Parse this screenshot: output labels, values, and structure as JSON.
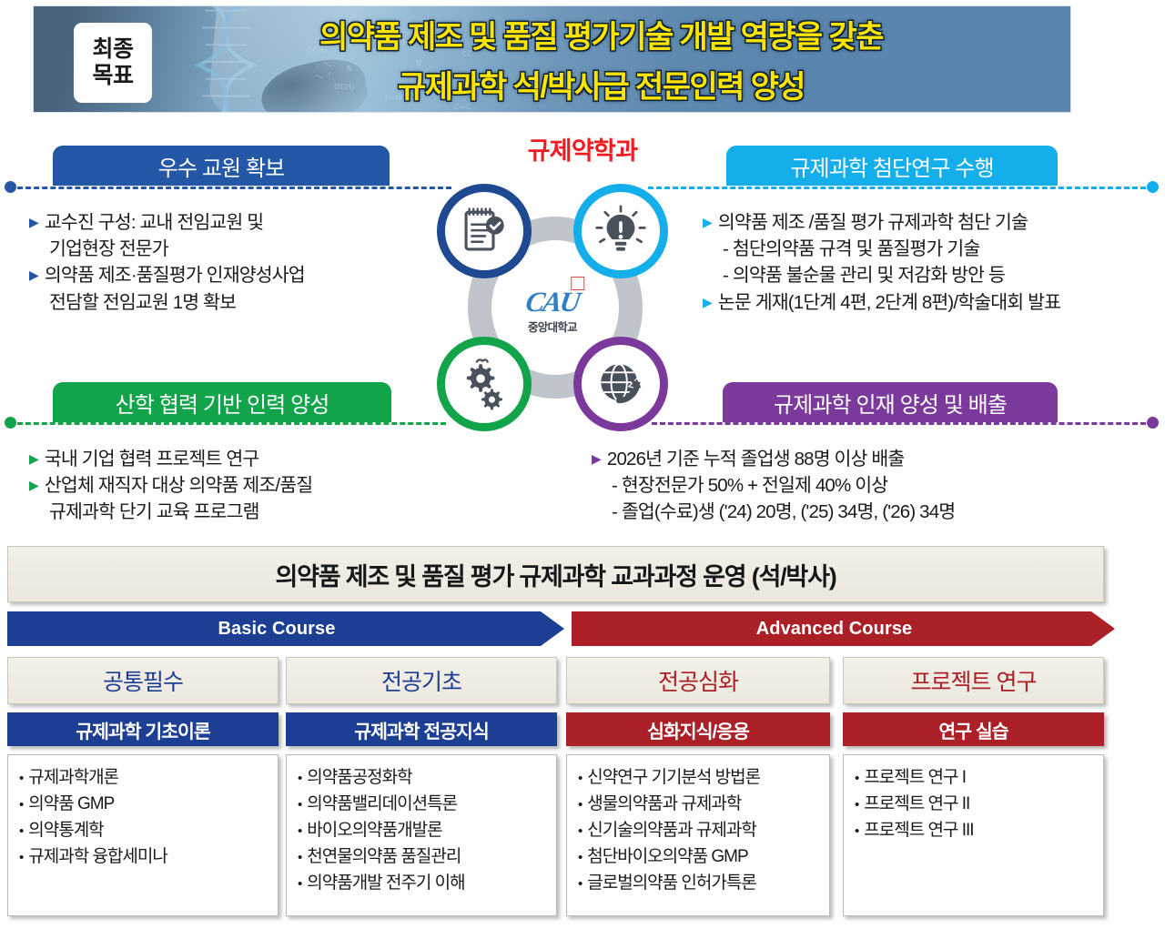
{
  "banner": {
    "badge_line1": "최종",
    "badge_line2": "목표",
    "title_line1": "의약품 제조 및 품질 평가기술 개발 역량을 갖춘",
    "title_line2": "규제과학 석/박사급 전문인력 양성",
    "title_color": "#ffe400"
  },
  "center": {
    "title": "규제약학과",
    "title_color": "#ef1b20",
    "logo_mark": "CAU",
    "logo_name": "중앙대학교",
    "nodes": [
      {
        "icon": "clipboard-check-icon",
        "color": "#1f4a92"
      },
      {
        "icon": "lightbulb-exclamation-icon",
        "color": "#14aeeb"
      },
      {
        "icon": "gears-icon",
        "color": "#12a44a"
      },
      {
        "icon": "globe-arrow-icon",
        "color": "#7b399b"
      }
    ]
  },
  "quadrants": [
    {
      "id": "top-left",
      "title": "우수 교원 확보",
      "color": "#2557a7",
      "lines": [
        {
          "marker": "triangle",
          "text": "교수진 구성: 교내 전임교원 및"
        },
        {
          "marker": "none",
          "text": "기업현장 전문가"
        },
        {
          "marker": "triangle",
          "text": "의약품 제조·품질평가 인재양성사업"
        },
        {
          "marker": "none",
          "text": "전담할 전임교원 1명 확보"
        }
      ]
    },
    {
      "id": "top-right",
      "title": "규제과학 첨단연구 수행",
      "color": "#14aeeb",
      "lines": [
        {
          "marker": "triangle",
          "text": "의약품 제조 /품질 평가 규제과학 첨단 기술"
        },
        {
          "marker": "dash",
          "text": "- 첨단의약품 규격 및 품질평가 기술"
        },
        {
          "marker": "dash",
          "text": "- 의약품 불순물 관리 및 저감화 방안 등"
        },
        {
          "marker": "triangle",
          "text": "논문 게재(1단계 4편, 2단계 8편)/학술대회 발표"
        }
      ]
    },
    {
      "id": "bottom-left",
      "title": "산학 협력 기반 인력 양성",
      "color": "#12a44a",
      "lines": [
        {
          "marker": "triangle",
          "text": "국내 기업 협력 프로젝트 연구"
        },
        {
          "marker": "triangle",
          "text": "산업체 재직자 대상 의약품 제조/품질"
        },
        {
          "marker": "none",
          "text": "규제과학 단기 교육 프로그램"
        }
      ]
    },
    {
      "id": "bottom-right",
      "title": "규제과학 인재 양성 및 배출",
      "color": "#7b399b",
      "lines": [
        {
          "marker": "triangle",
          "text": "2026년 기준 누적 졸업생 88명 이상 배출"
        },
        {
          "marker": "dash",
          "text": "- 현장전문가 50% + 전일제 40% 이상"
        },
        {
          "marker": "dash",
          "text": "- 졸업(수료)생 ('24) 20명, ('25) 34명, ('26) 34명"
        }
      ]
    }
  ],
  "curriculum": {
    "title": "의약품 제조 및 품질 평가 규제과학 교과과정 운영 (석/박사)",
    "tracks": [
      {
        "label": "Basic Course",
        "color": "#1c3f94"
      },
      {
        "label": "Advanced Course",
        "color": "#ab1f26"
      }
    ],
    "columns": [
      {
        "head": "공통필수",
        "sub": "규제과학 기초이론",
        "theme": "blue",
        "courses": [
          "규제과학개론",
          "의약품 GMP",
          "의약통계학",
          "규제과학 융합세미나"
        ]
      },
      {
        "head": "전공기초",
        "sub": "규제과학 전공지식",
        "theme": "blue",
        "courses": [
          "의약품공정화학",
          "의약품밸리데이션특론",
          "바이오의약품개발론",
          "천연물의약품 품질관리",
          "의약품개발 전주기 이해"
        ]
      },
      {
        "head": "전공심화",
        "sub": "심화지식/응용",
        "theme": "red",
        "courses": [
          "신약연구 기기분석 방법론",
          "생물의약품과 규제과학",
          "신기술의약품과 규제과학",
          "첨단바이오의약품 GMP",
          "글로벌의약품 인허가특론"
        ]
      },
      {
        "head": "프로젝트 연구",
        "sub": "연구 실습",
        "theme": "red",
        "courses": [
          "프로젝트 연구 I",
          "프로젝트 연구 II",
          "프로젝트 연구 III"
        ]
      }
    ]
  }
}
